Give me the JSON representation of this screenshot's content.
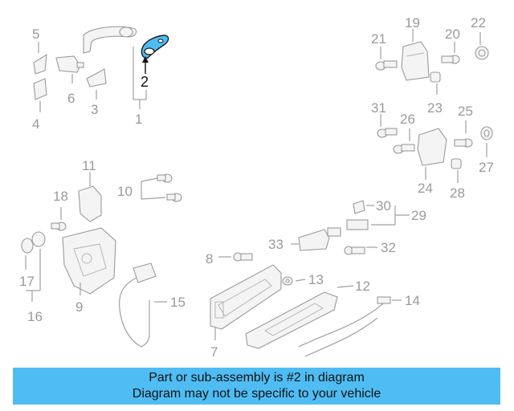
{
  "highlight": {
    "part_number": "2",
    "color": "#4fbdf3"
  },
  "callouts": {
    "c1": "1",
    "c2": "2",
    "c3": "3",
    "c4": "4",
    "c5": "5",
    "c6": "6",
    "c7": "7",
    "c8": "8",
    "c9": "9",
    "c10": "10",
    "c11": "11",
    "c12": "12",
    "c13": "13",
    "c14": "14",
    "c15": "15",
    "c16": "16",
    "c17": "17",
    "c18": "18",
    "c19": "19",
    "c20": "20",
    "c21": "21",
    "c22": "22",
    "c23": "23",
    "c24": "24",
    "c25": "25",
    "c26": "26",
    "c27": "27",
    "c28": "28",
    "c29": "29",
    "c30": "30",
    "c31": "31",
    "c32": "32",
    "c33": "33"
  },
  "banner": {
    "line1": "Part or sub-assembly is #2 in diagram",
    "line2": "Diagram may not be specific to your vehicle",
    "background": "#4fbdf3"
  }
}
